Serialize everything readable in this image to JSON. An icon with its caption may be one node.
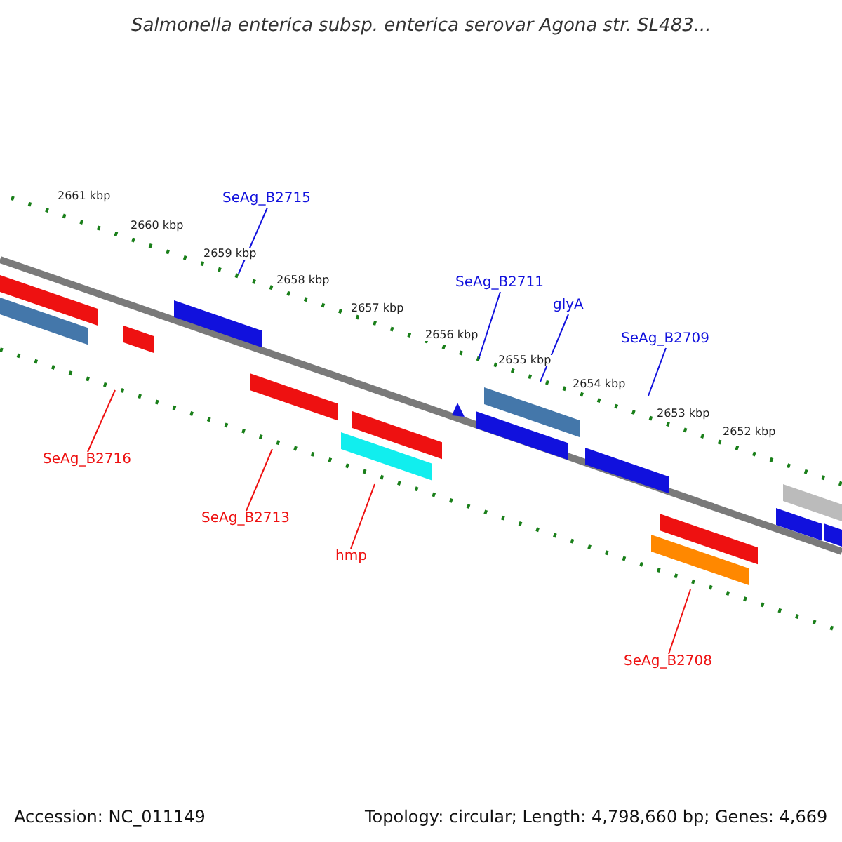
{
  "diagram": {
    "title": "Salmonella enterica subsp. enterica serovar Agona str. SL483...",
    "nodes": [
      {
        "text": [
          "SeAg_B2715"
        ]
      },
      {
        "text": [
          "SeAg_B2711"
        ]
      },
      {
        "text": [
          "glyA"
        ]
      },
      {
        "text": [
          "SeAg_B2709"
        ]
      },
      {
        "text": [
          "SeAg_B2716"
        ]
      },
      {
        "text": [
          "SeAg_B2713"
        ]
      },
      {
        "text": [
          "hmp"
        ]
      },
      {
        "text": [
          "SeAg_B2708"
        ]
      }
    ],
    "edges": [
      {
        "from": 0,
        "to": null,
        "arrow": "none",
        "color": "#1111dd"
      },
      {
        "from": 1,
        "to": null,
        "arrow": "none",
        "color": "#1111dd"
      },
      {
        "from": 2,
        "to": null,
        "arrow": "none",
        "color": "#1111dd"
      },
      {
        "from": 3,
        "to": null,
        "arrow": "none",
        "color": "#1111dd"
      },
      {
        "from": 4,
        "to": null,
        "arrow": "none",
        "color": "#ee1111"
      },
      {
        "from": 5,
        "to": null,
        "arrow": "none",
        "color": "#ee1111"
      },
      {
        "from": 6,
        "to": null,
        "arrow": "none",
        "color": "#ee1111"
      },
      {
        "from": 7,
        "to": null,
        "arrow": "none",
        "color": "#ee1111"
      }
    ],
    "labels": [
      "2661 kbp",
      "2660 kbp",
      "2659 kbp",
      "2658 kbp",
      "2657 kbp",
      "2656 kbp",
      "2655 kbp",
      "2654 kbp",
      "2653 kbp",
      "2652 kbp",
      "Accession: NC_011149",
      "Topology: circular; Length: 4,798,660 bp; Genes: 4,669"
    ]
  }
}
